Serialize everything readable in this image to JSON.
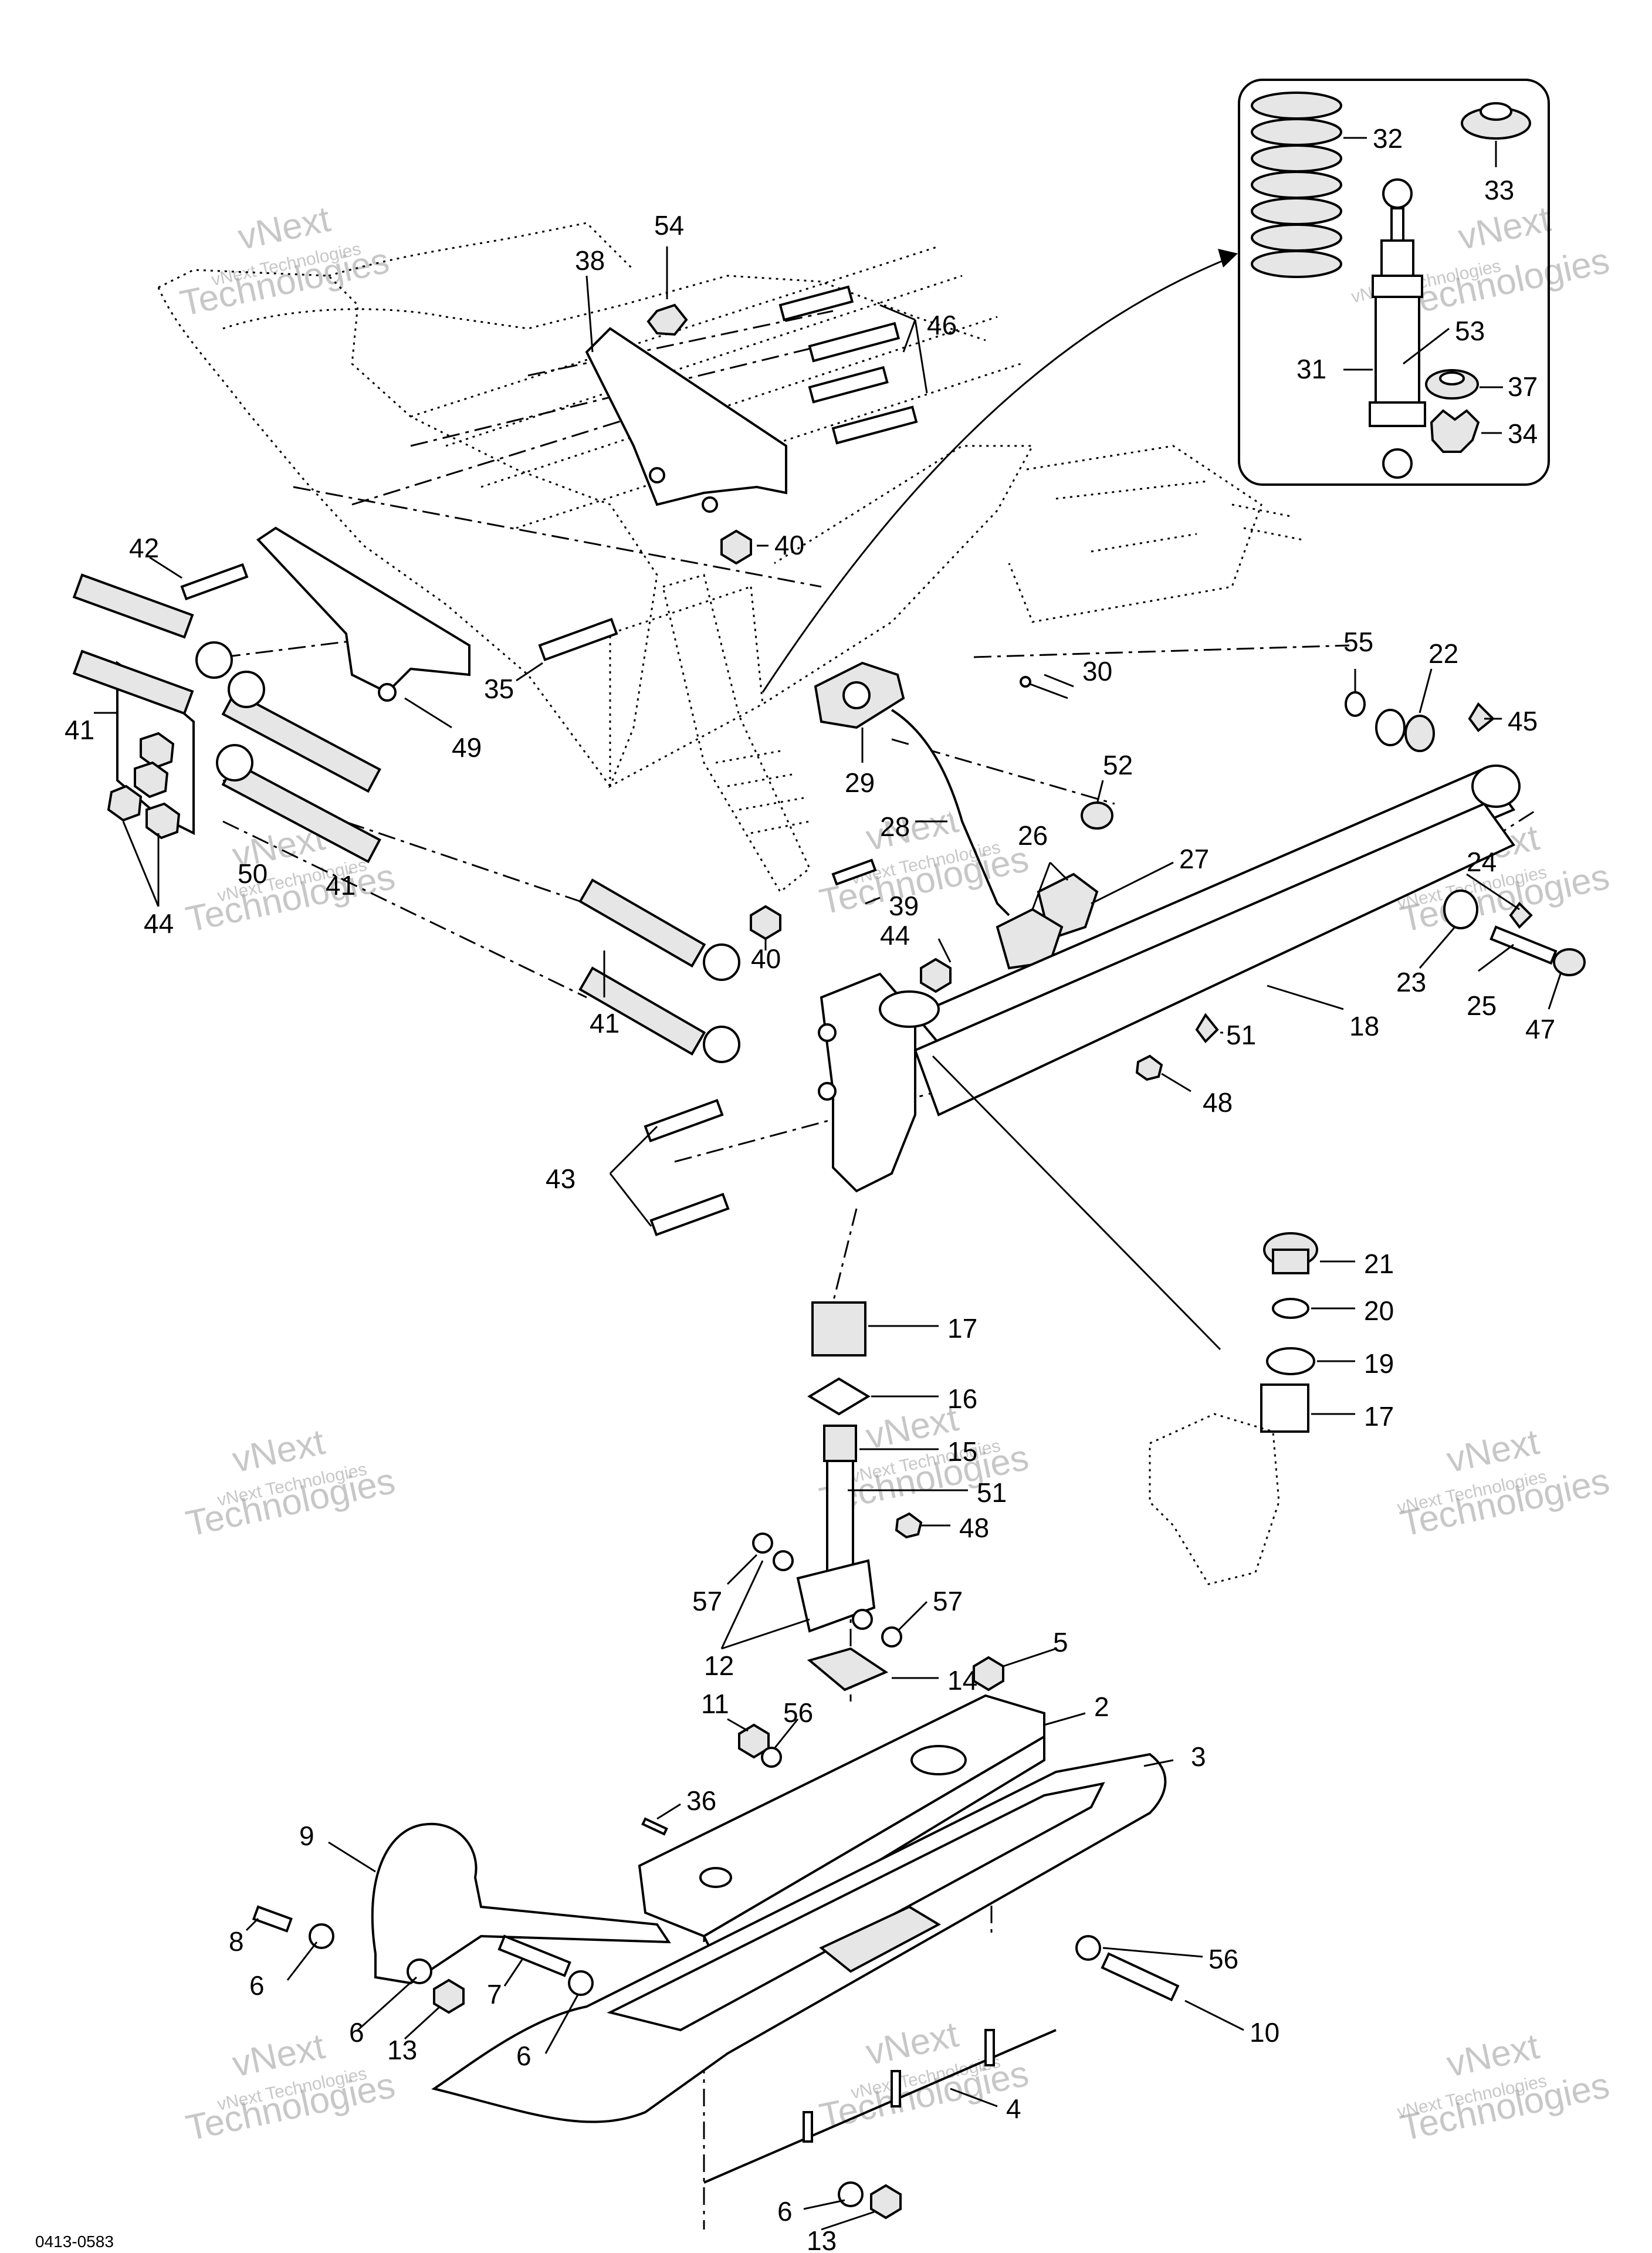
{
  "labels": [
    {
      "id": "32",
      "text": "32"
    },
    {
      "id": "33",
      "text": "33"
    },
    {
      "id": "54",
      "text": "54"
    },
    {
      "id": "38",
      "text": "38"
    },
    {
      "id": "46",
      "text": "46"
    },
    {
      "id": "53",
      "text": "53"
    },
    {
      "id": "31",
      "text": "31"
    },
    {
      "id": "37",
      "text": "37"
    },
    {
      "id": "34",
      "text": "34"
    },
    {
      "id": "42",
      "text": "42"
    },
    {
      "id": "40a",
      "text": "40"
    },
    {
      "id": "35",
      "text": "35"
    },
    {
      "id": "49",
      "text": "49"
    },
    {
      "id": "41a",
      "text": "41"
    },
    {
      "id": "50",
      "text": "50"
    },
    {
      "id": "41b",
      "text": "41"
    },
    {
      "id": "44a",
      "text": "44"
    },
    {
      "id": "30",
      "text": "30"
    },
    {
      "id": "55",
      "text": "55"
    },
    {
      "id": "22",
      "text": "22"
    },
    {
      "id": "45",
      "text": "45"
    },
    {
      "id": "29",
      "text": "29"
    },
    {
      "id": "52",
      "text": "52"
    },
    {
      "id": "28",
      "text": "28"
    },
    {
      "id": "26",
      "text": "26"
    },
    {
      "id": "27",
      "text": "27"
    },
    {
      "id": "24",
      "text": "24"
    },
    {
      "id": "39",
      "text": "39"
    },
    {
      "id": "40b",
      "text": "40"
    },
    {
      "id": "44b",
      "text": "44"
    },
    {
      "id": "23",
      "text": "23"
    },
    {
      "id": "25",
      "text": "25"
    },
    {
      "id": "47",
      "text": "47"
    },
    {
      "id": "41c",
      "text": "41"
    },
    {
      "id": "18",
      "text": "18"
    },
    {
      "id": "51a",
      "text": "51"
    },
    {
      "id": "48a",
      "text": "48"
    },
    {
      "id": "43",
      "text": "43"
    },
    {
      "id": "21",
      "text": "21"
    },
    {
      "id": "20",
      "text": "20"
    },
    {
      "id": "19",
      "text": "19"
    },
    {
      "id": "17a",
      "text": "17"
    },
    {
      "id": "17b",
      "text": "17"
    },
    {
      "id": "16",
      "text": "16"
    },
    {
      "id": "15",
      "text": "15"
    },
    {
      "id": "51b",
      "text": "51"
    },
    {
      "id": "48b",
      "text": "48"
    },
    {
      "id": "57a",
      "text": "57"
    },
    {
      "id": "57b",
      "text": "57"
    },
    {
      "id": "12",
      "text": "12"
    },
    {
      "id": "5",
      "text": "5"
    },
    {
      "id": "14",
      "text": "14"
    },
    {
      "id": "11",
      "text": "11"
    },
    {
      "id": "56a",
      "text": "56"
    },
    {
      "id": "2",
      "text": "2"
    },
    {
      "id": "3",
      "text": "3"
    },
    {
      "id": "36",
      "text": "36"
    },
    {
      "id": "9",
      "text": "9"
    },
    {
      "id": "8",
      "text": "8"
    },
    {
      "id": "6a",
      "text": "6"
    },
    {
      "id": "56b",
      "text": "56"
    },
    {
      "id": "7",
      "text": "7"
    },
    {
      "id": "6b",
      "text": "6"
    },
    {
      "id": "13a",
      "text": "13"
    },
    {
      "id": "6c",
      "text": "6"
    },
    {
      "id": "10",
      "text": "10"
    },
    {
      "id": "4",
      "text": "4"
    },
    {
      "id": "6d",
      "text": "6"
    },
    {
      "id": "13b",
      "text": "13"
    }
  ],
  "watermark": {
    "line1": "vNext",
    "line2": "vNext Technologies",
    "line3": "Technologies"
  },
  "figure_code": "0413-0583"
}
